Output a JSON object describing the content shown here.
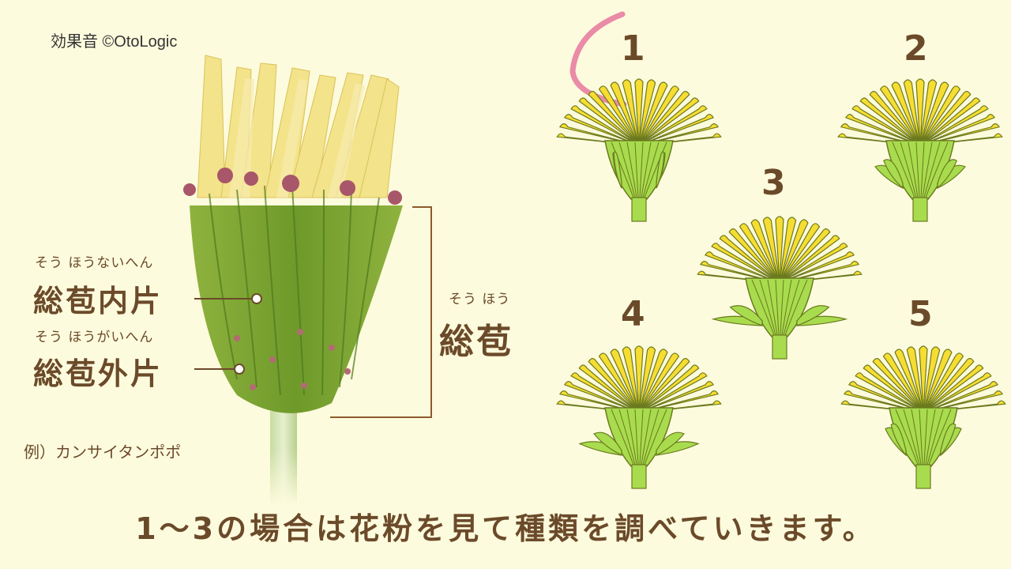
{
  "credit": "効果音 ©OtoLogic",
  "photo_labels": {
    "inner_ruby": "そう ほうないへん",
    "inner_term": "総苞内片",
    "outer_ruby": "そう ほうがいへん",
    "outer_term": "総苞外片",
    "group_ruby": "そう ほう",
    "group_term": "総苞"
  },
  "example": "例）カンサイタンポポ",
  "types": [
    {
      "number": "1"
    },
    {
      "number": "2"
    },
    {
      "number": "3"
    },
    {
      "number": "4"
    },
    {
      "number": "5"
    }
  ],
  "caption": "1～3の場合は花粉を見て種類を調べていきます。",
  "colors": {
    "background": "#fdfbdd",
    "text": "#6b4a2a",
    "petal": "#f7dd32",
    "bract": "#a8dc4e",
    "outline": "#6b7a1e",
    "marker": "#e56f9a"
  }
}
